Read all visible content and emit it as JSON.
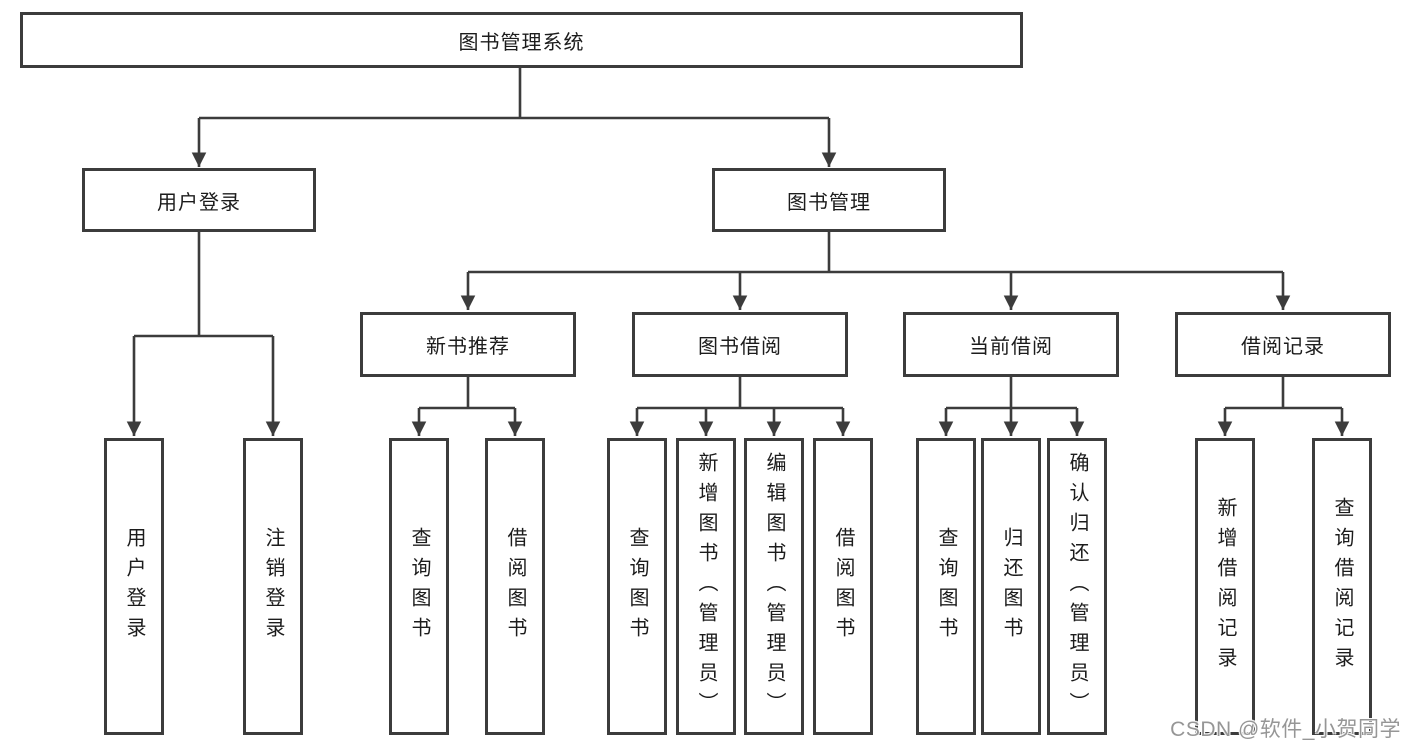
{
  "colors": {
    "line": "#3c3c3c",
    "text": "#1c1c1c",
    "watermark": "#969696",
    "background": "#ffffff"
  },
  "tree": {
    "root": {
      "label": "图书管理系统"
    },
    "branches": [
      {
        "label": "用户登录",
        "children": [
          {
            "label": "用户登录"
          },
          {
            "label": "注销登录"
          }
        ]
      },
      {
        "label": "图书管理",
        "children": [
          {
            "label": "新书推荐",
            "children": [
              {
                "label": "查询图书"
              },
              {
                "label": "借阅图书"
              }
            ]
          },
          {
            "label": "图书借阅",
            "children": [
              {
                "label": "查询图书"
              },
              {
                "label": "新增图书（管理员）"
              },
              {
                "label": "编辑图书（管理员）"
              },
              {
                "label": "借阅图书"
              }
            ]
          },
          {
            "label": "当前借阅",
            "children": [
              {
                "label": "查询图书"
              },
              {
                "label": "归还图书"
              },
              {
                "label": "确认归还（管理员）"
              }
            ]
          },
          {
            "label": "借阅记录",
            "children": [
              {
                "label": "新增借阅记录"
              },
              {
                "label": "查询借阅记录"
              }
            ]
          }
        ]
      }
    ]
  },
  "watermark": {
    "text": "CSDN @软件_小贺同学"
  }
}
